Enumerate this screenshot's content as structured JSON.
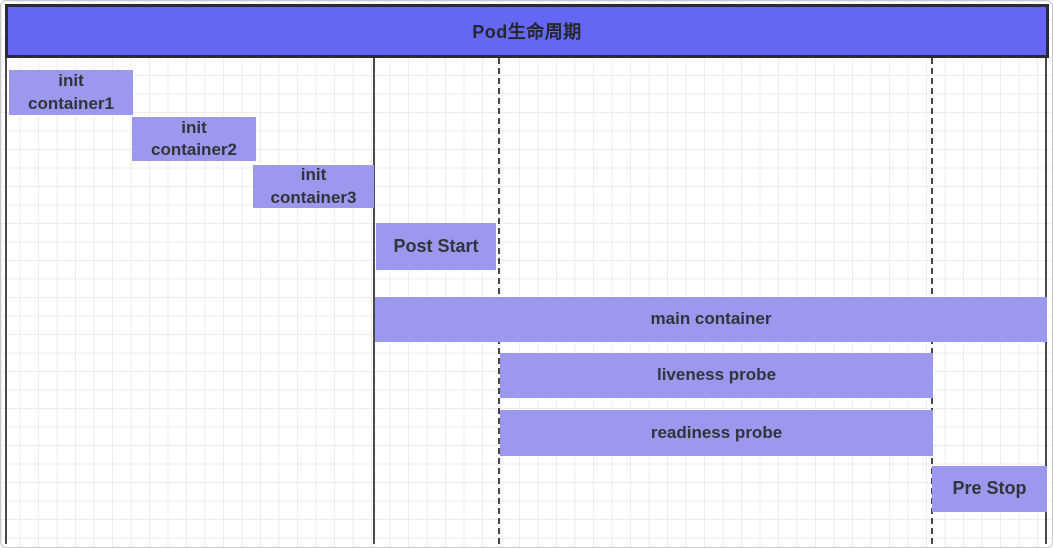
{
  "title": "Pod生命周期",
  "colors": {
    "title_fill": "#6467f4",
    "title_border": "#2b2b34",
    "bar_fill": "#9b98ee",
    "text": "#33333b",
    "line": "#4a4a4a",
    "grid": "#ededed"
  },
  "bars": [
    {
      "id": "init-container-1",
      "label": "init\ncontainer1"
    },
    {
      "id": "init-container-2",
      "label": "init\ncontainer2"
    },
    {
      "id": "init-container-3",
      "label": "init\ncontainer3"
    },
    {
      "id": "post-start",
      "label": "Post Start"
    },
    {
      "id": "main-container",
      "label": "main container"
    },
    {
      "id": "liveness-probe",
      "label": "liveness probe"
    },
    {
      "id": "readiness-probe",
      "label": "readiness probe"
    },
    {
      "id": "pre-stop",
      "label": "Pre Stop"
    }
  ]
}
